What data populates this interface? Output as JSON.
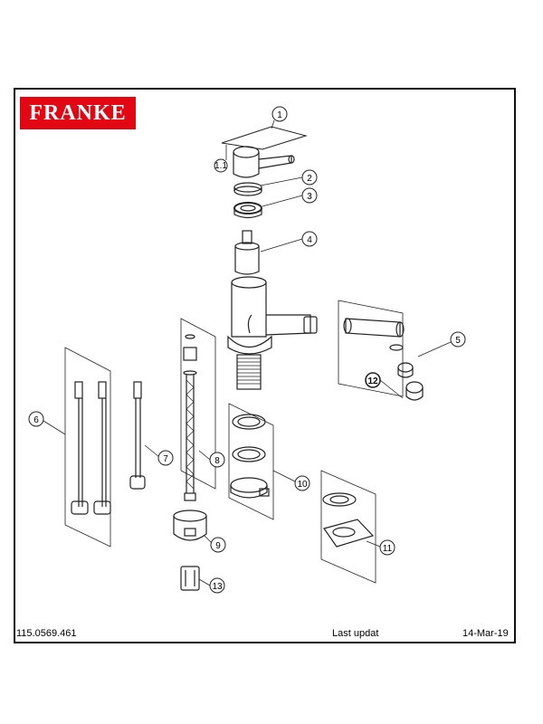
{
  "brand": {
    "logo_text": "FRANKE",
    "logo_color": "#e30613"
  },
  "parts": [
    {
      "id": "1",
      "label": "1"
    },
    {
      "id": "1.1",
      "label": "1.1"
    },
    {
      "id": "2",
      "label": "2"
    },
    {
      "id": "3",
      "label": "3"
    },
    {
      "id": "4",
      "label": "4"
    },
    {
      "id": "5",
      "label": "5"
    },
    {
      "id": "6",
      "label": "6"
    },
    {
      "id": "7",
      "label": "7"
    },
    {
      "id": "8",
      "label": "8"
    },
    {
      "id": "9",
      "label": "9"
    },
    {
      "id": "10",
      "label": "10"
    },
    {
      "id": "11",
      "label": "11"
    },
    {
      "id": "12",
      "label": "12"
    },
    {
      "id": "13",
      "label": "13"
    }
  ],
  "footer": {
    "doc_number": "115.0569.461",
    "last_updated_label": "Last updat",
    "date": "14-Mar-19"
  }
}
